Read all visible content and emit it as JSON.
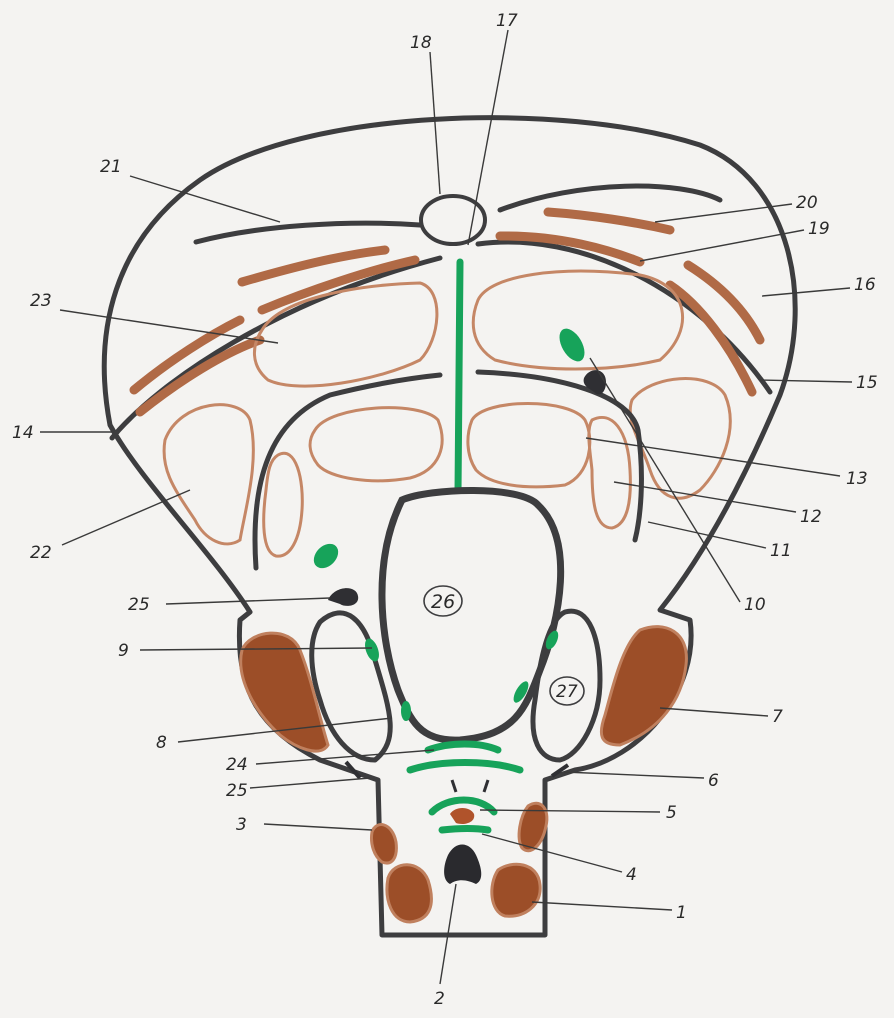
{
  "labels": [
    "1",
    "2",
    "3",
    "4",
    "5",
    "6",
    "7",
    "8",
    "9",
    "10",
    "11",
    "12",
    "13",
    "14",
    "15",
    "16",
    "17",
    "18",
    "19",
    "20",
    "21",
    "22",
    "23",
    "24",
    "25",
    "25",
    "26",
    "27"
  ],
  "colors": {
    "outline": "#3d3d3f",
    "muscle_hatch": "#c7805d",
    "muscle_solid": "#9c4e28",
    "green": "#17a35a",
    "paper": "#f4f3f1"
  }
}
